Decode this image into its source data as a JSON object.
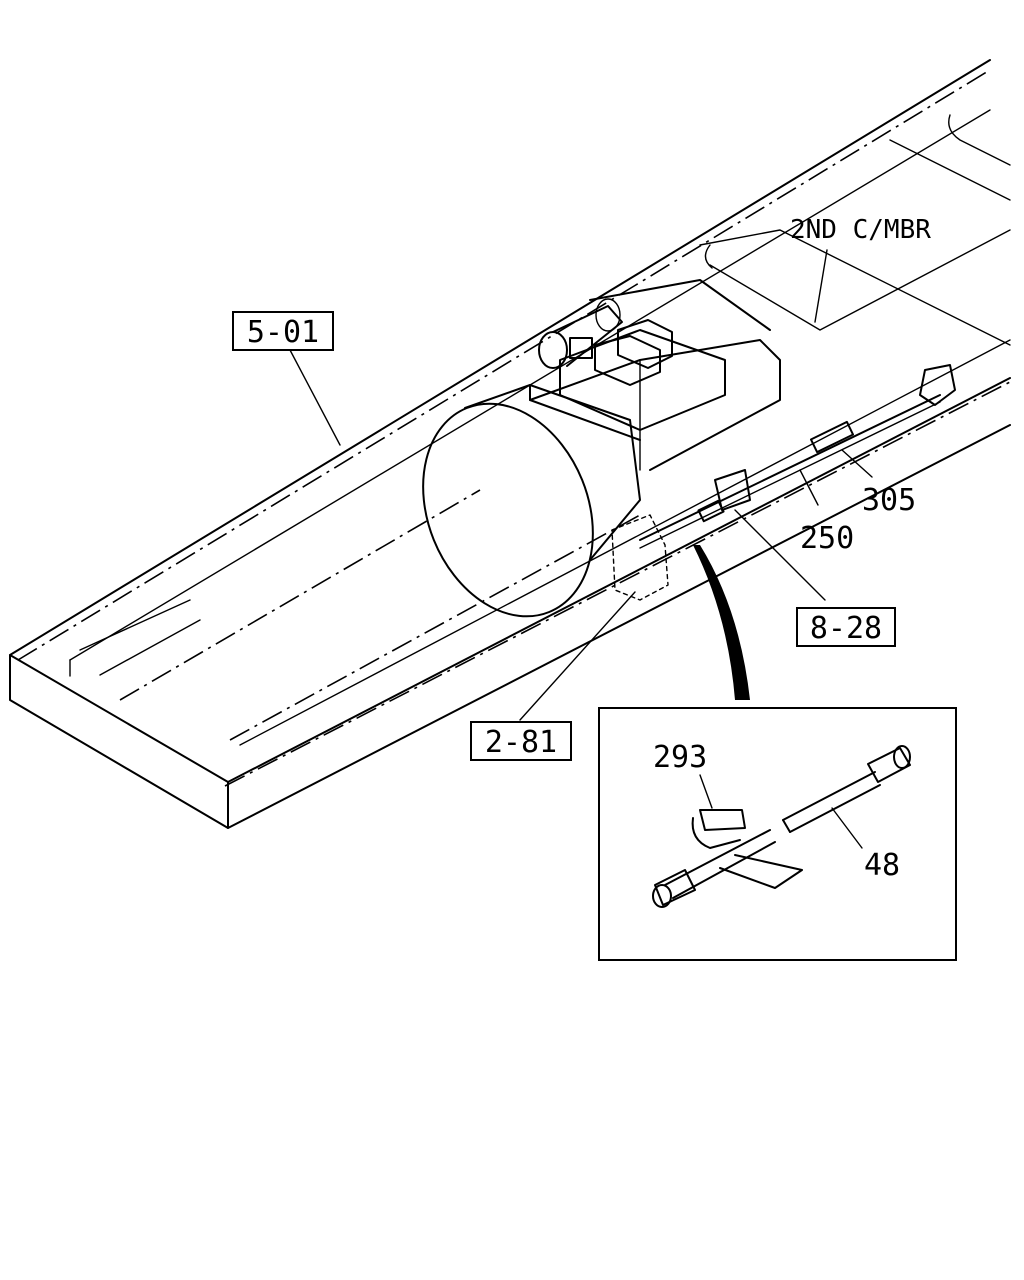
{
  "callouts": {
    "ref_5_01": "5-01",
    "ref_8_28": "8-28",
    "ref_2_81": "2-81"
  },
  "labels": {
    "crossmember": "2ND C/MBR",
    "part_305": "305",
    "part_250": "250",
    "part_293": "293",
    "part_48": "48"
  }
}
